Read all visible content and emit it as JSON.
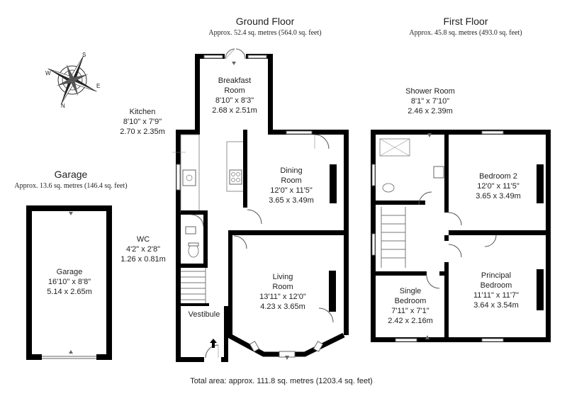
{
  "ground_floor": {
    "title": "Ground Floor",
    "area": "Approx. 52.4 sq. metres (564.0 sq. feet)",
    "rooms": {
      "breakfast": {
        "name1": "Breakfast",
        "name2": "Room",
        "dim1": "8'10\" x 8'3\"",
        "dim2": "2.68 x 2.51m"
      },
      "kitchen": {
        "name": "Kitchen",
        "dim1": "8'10\" x 7'9\"",
        "dim2": "2.70 x 2.35m"
      },
      "dining": {
        "name1": "Dining",
        "name2": "Room",
        "dim1": "12'0\" x 11'5\"",
        "dim2": "3.65 x 3.49m"
      },
      "wc": {
        "name": "WC",
        "dim1": "4'2\" x 2'8\"",
        "dim2": "1.26 x 0.81m"
      },
      "living": {
        "name1": "Living",
        "name2": "Room",
        "dim1": "13'11\" x 12'0\"",
        "dim2": "4.23 x 3.65m"
      },
      "vestibule": {
        "name": "Vestibule"
      }
    }
  },
  "first_floor": {
    "title": "First Floor",
    "area": "Approx. 45.8 sq. metres (493.0 sq. feet)",
    "rooms": {
      "shower": {
        "name": "Shower Room",
        "dim1": "8'1\" x 7'10\"",
        "dim2": "2.46 x 2.39m"
      },
      "bedroom2": {
        "name": "Bedroom 2",
        "dim1": "12'0\" x 11'5\"",
        "dim2": "3.65 x 3.49m"
      },
      "principal": {
        "name1": "Principal",
        "name2": "Bedroom",
        "dim1": "11'11\" x 11'7\"",
        "dim2": "3.64 x 3.54m"
      },
      "single": {
        "name1": "Single",
        "name2": "Bedroom",
        "dim1": "7'11\" x 7'1\"",
        "dim2": "2.42 x 2.16m"
      }
    }
  },
  "garage": {
    "title": "Garage",
    "area": "Approx. 13.6 sq. metres (146.4 sq. feet)",
    "name": "Garage",
    "dim1": "16'10\" x 8'8\"",
    "dim2": "5.14 x 2.65m"
  },
  "total_area": "Total area: approx. 111.8 sq. metres (1203.4 sq. feet)",
  "compass": {
    "labels": [
      "S",
      "W",
      "N",
      "E"
    ]
  }
}
